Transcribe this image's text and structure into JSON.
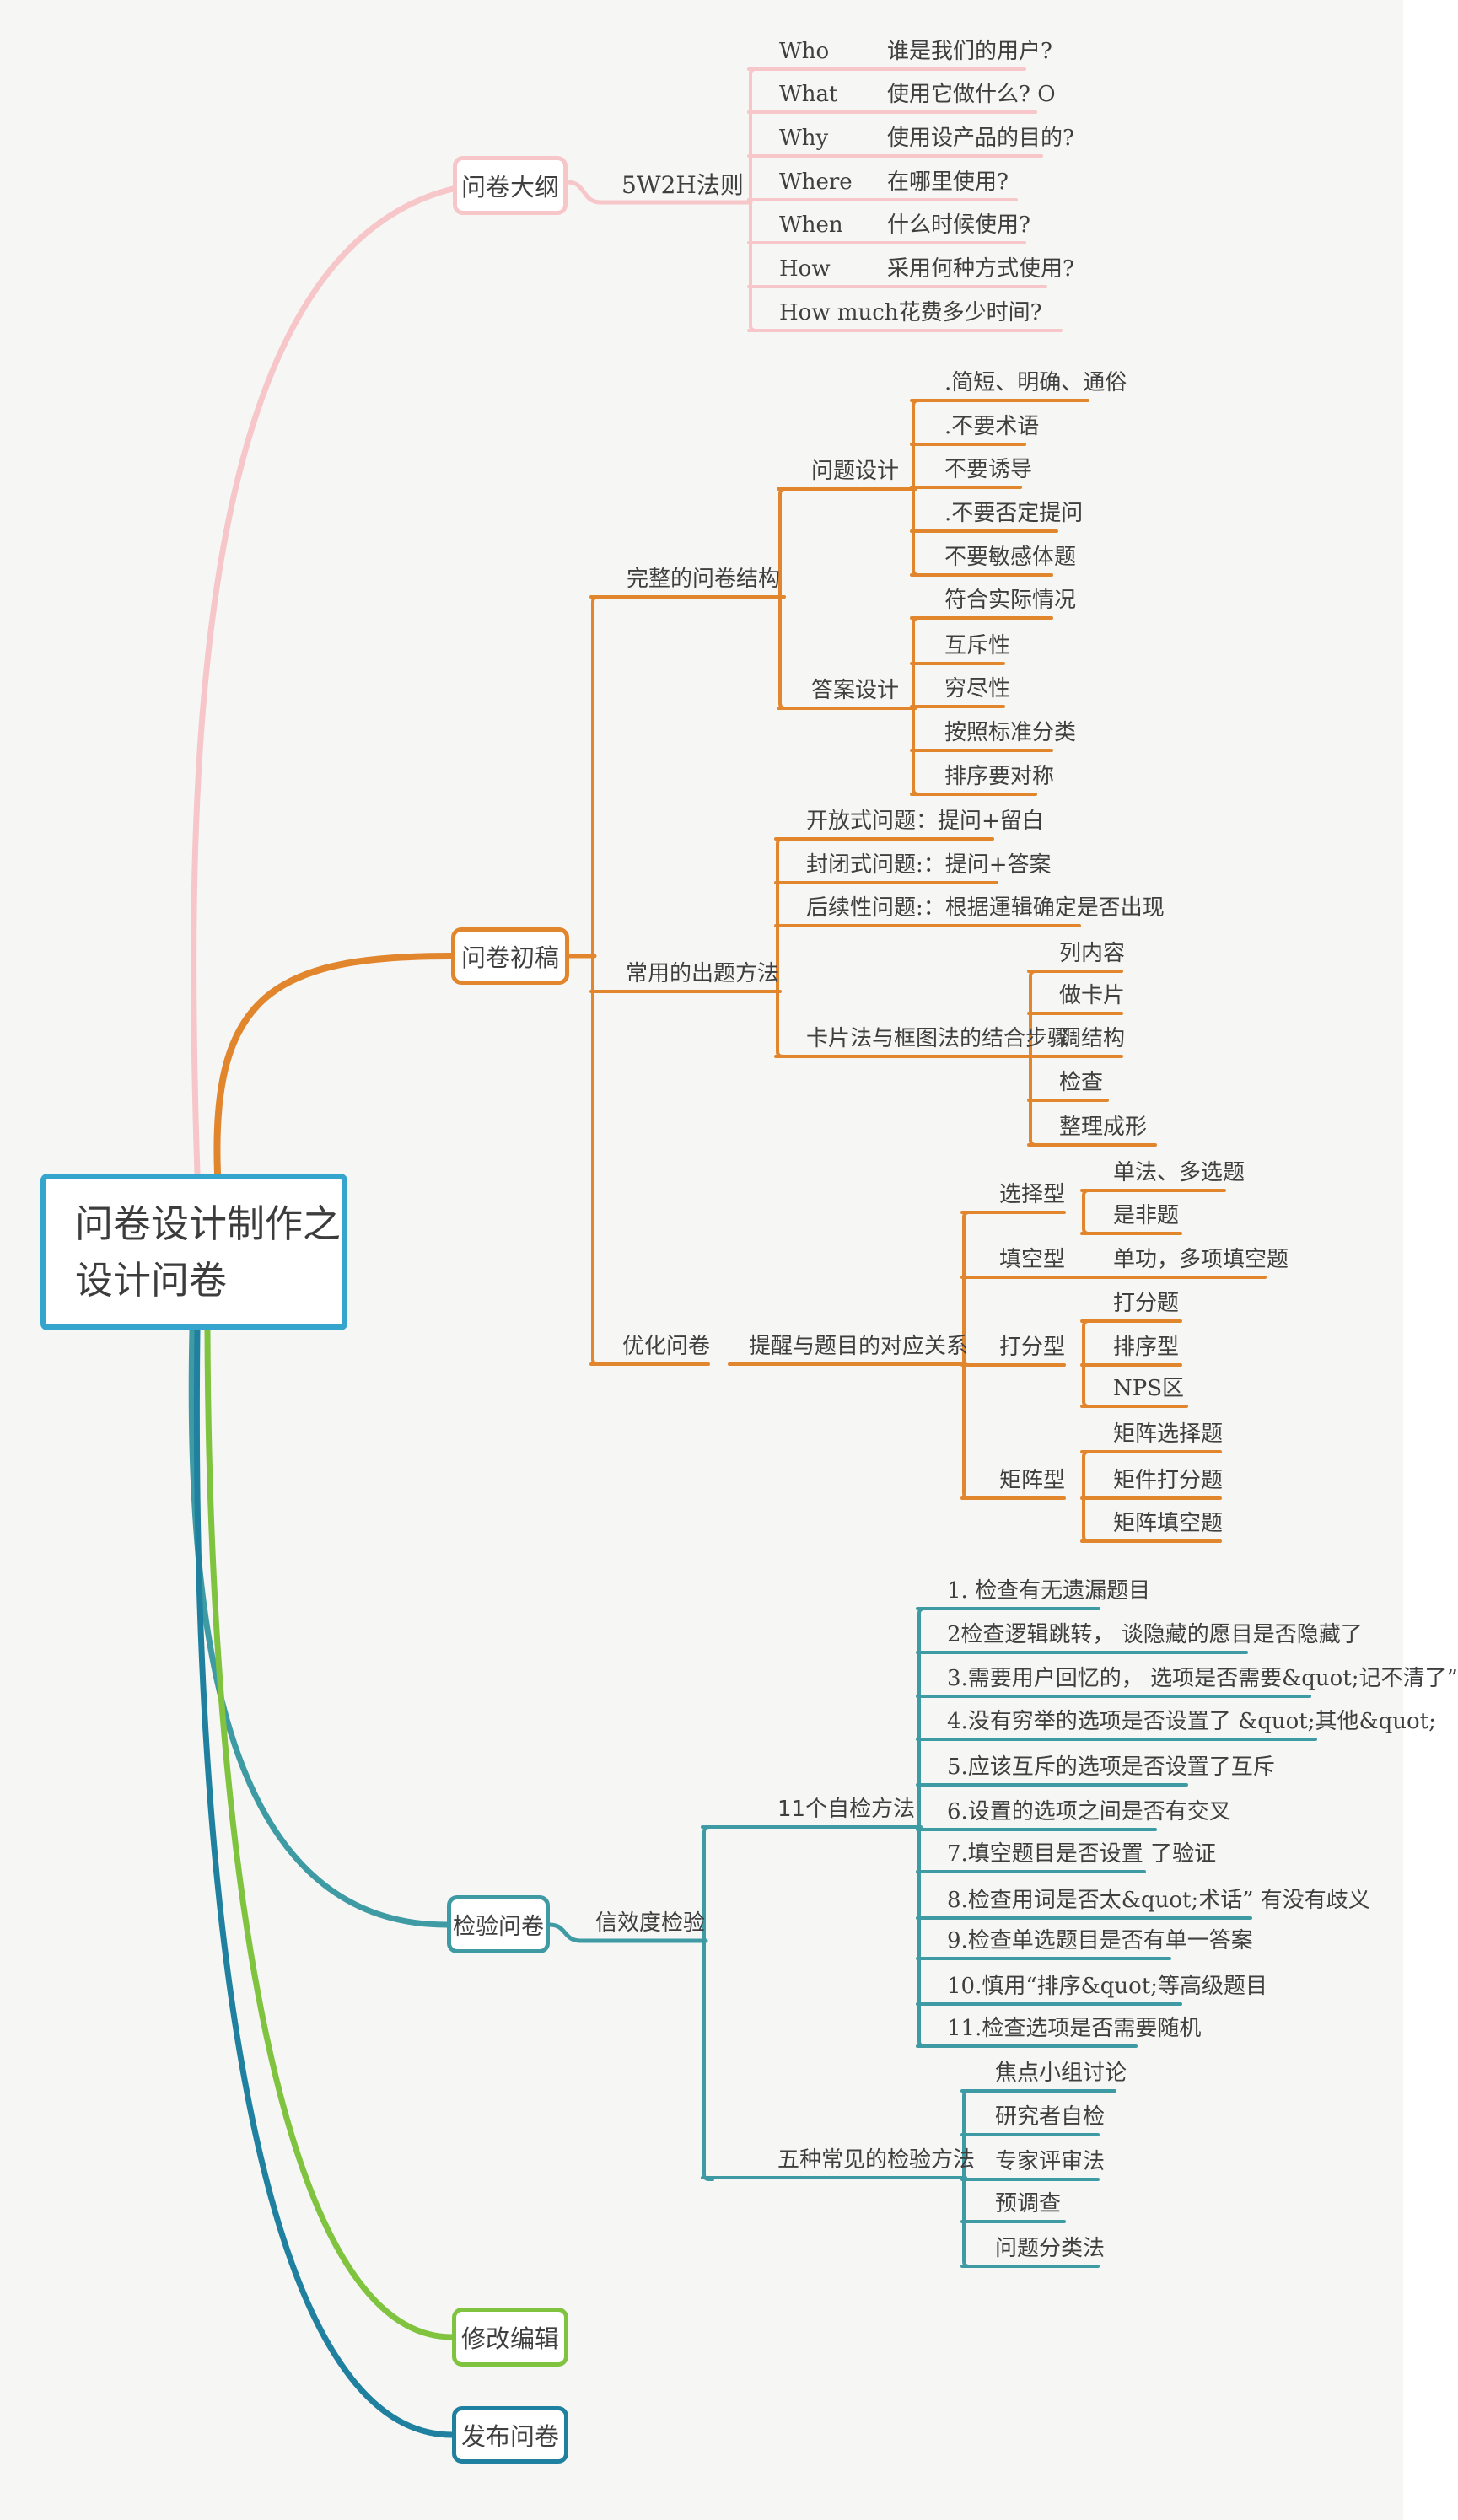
{
  "page": {
    "background": "#f6f6f5"
  },
  "colors": {
    "root_border": "#35a5cd",
    "branch_outline_pink": "#f7c6c8",
    "branch_draft_orange": "#e2862e",
    "branch_check_teal": "#3e9ba4",
    "branch_edit_green": "#7fc33e",
    "branch_publish_blue": "#20809f",
    "text": "#3f3f3f"
  },
  "root": {
    "line1": "问卷设计制作之",
    "line2": "设计问卷"
  },
  "outline": {
    "label": "问卷大纲",
    "rule": {
      "label": "5W2H法则",
      "rows": [
        {
          "term": "Who",
          "desc": "谁是我们的用户?"
        },
        {
          "term": "What",
          "desc": "使用它做什么? O"
        },
        {
          "term": "Why",
          "desc": "使用设产品的目的?"
        },
        {
          "term": "Where",
          "desc": "在哪里使用?"
        },
        {
          "term": "When",
          "desc": "什么时候使用?"
        },
        {
          "term": "How",
          "desc": "采用何种方式使用?"
        },
        {
          "term": "How much",
          "desc": "花费多少时间?"
        }
      ]
    }
  },
  "draft": {
    "label": "问卷初稿",
    "structure": {
      "label": "完整的问卷结构",
      "question": {
        "label": "问题设计",
        "items": [
          ".简短、明确、通俗",
          ".不要术语",
          "不要诱导",
          ".不要否定提问",
          "不要敏感体题"
        ]
      },
      "answer": {
        "label": "答案设计",
        "items": [
          "符合实际情况",
          "互斥性",
          "穷尽性",
          "按照标准分类",
          "排序要对称"
        ]
      }
    },
    "methods": {
      "label": "常用的出题方法",
      "open": "开放式问题：提问+留白",
      "closed": "封闭式问题:：提问+答案",
      "followup": "后续性问题:：根据運辑确定是否出现",
      "card": {
        "label": "卡片法与框图法的结合步骤",
        "steps": [
          "列内容",
          "做卡片",
          "调结构",
          "检查",
          "整理成形"
        ]
      }
    },
    "optimize": {
      "label": "优化问卷",
      "mapping": {
        "label": "提醒与题目的对应关系",
        "types": [
          {
            "label": "选择型",
            "items": [
              "单法、多选题",
              "是非题"
            ]
          },
          {
            "label": "填空型",
            "items": [
              "单功，多项填空题"
            ]
          },
          {
            "label": "打分型",
            "items": [
              "打分题",
              "排序型",
              "NPS区"
            ]
          },
          {
            "label": "矩阵型",
            "items": [
              "矩阵选择题",
              "矩件打分题",
              "矩阵填空题"
            ]
          }
        ]
      }
    }
  },
  "check": {
    "label": "检验问卷",
    "reliability": {
      "label": "信效度检验",
      "selfcheck": {
        "label": "11个自检方法",
        "items": [
          "1. 检查有无遗漏题目",
          "2检查逻辑跳转， 谈隐藏的愿目是否隐藏了",
          "3.需要用户回忆的， 选项是否需要&quot;记不清了”",
          "4.没有穷举的选项是否设置了 &quot;其他&quot;",
          "5.应该互斥的选项是否设置了互斥",
          "6.设置的选项之间是否有交叉",
          "7.填空题目是否设置 了验证",
          "8.检查用词是否太&quot;术话” 有没有歧义",
          "9.检查单选题目是否有单一答案",
          "10.慎用“排序&quot;等高级题目",
          "11.检查选项是否需要随机"
        ]
      },
      "fivemethods": {
        "label": "五种常见的检验方法",
        "items": [
          "焦点小组讨论",
          "研究者自检",
          "专家评审法",
          "预调查",
          "问题分类法"
        ]
      }
    }
  },
  "edit": {
    "label": "修改编辑"
  },
  "publish": {
    "label": "发布问卷"
  }
}
